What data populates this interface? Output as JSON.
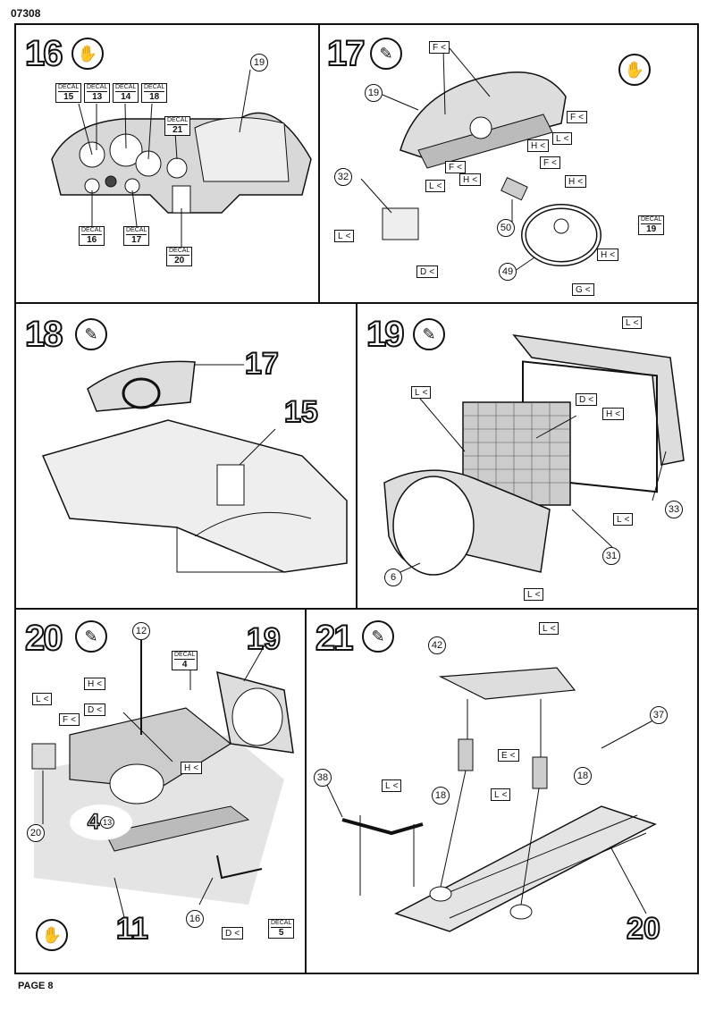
{
  "header": {
    "code": "07308"
  },
  "footer": {
    "page": "PAGE 8"
  },
  "decal_word": "DECAL",
  "steps": {
    "s16": {
      "num": "16",
      "decals": [
        "15",
        "13",
        "14",
        "18",
        "21",
        "16",
        "17",
        "20"
      ],
      "parts": [
        "19"
      ]
    },
    "s17": {
      "num": "17",
      "parts": [
        "19",
        "32",
        "50",
        "49"
      ],
      "flags": [
        "F",
        "F",
        "F",
        "F",
        "L",
        "L",
        "L",
        "H",
        "H",
        "H",
        "H",
        "D",
        "G"
      ],
      "decals": [
        "19"
      ]
    },
    "s18": {
      "num": "18",
      "big": [
        "17",
        "15"
      ]
    },
    "s19": {
      "num": "19",
      "parts": [
        "33",
        "31",
        "6"
      ],
      "flags": [
        "L",
        "L",
        "D",
        "H",
        "L",
        "L"
      ]
    },
    "s20": {
      "num": "20",
      "parts": [
        "12",
        "20",
        "16"
      ],
      "flags": [
        "H",
        "D",
        "L",
        "F",
        "H",
        "D"
      ],
      "decals": [
        "4",
        "5"
      ],
      "big": [
        "19",
        "11"
      ],
      "callout": {
        "main": "4",
        "sub": "13"
      }
    },
    "s21": {
      "num": "21",
      "parts": [
        "42",
        "37",
        "38",
        "18",
        "18"
      ],
      "flags": [
        "L",
        "E",
        "L",
        "L"
      ],
      "big": [
        "20"
      ]
    }
  }
}
